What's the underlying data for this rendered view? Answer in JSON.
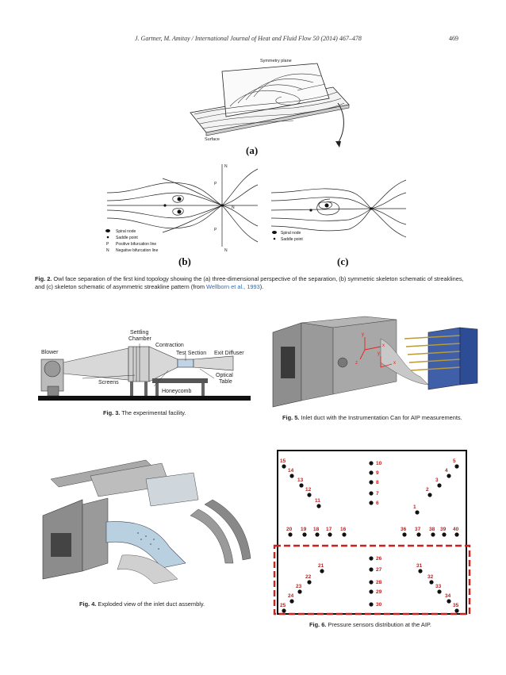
{
  "header": {
    "journal_line": "J. Gartner, M. Amitay / International Journal of Heat and Fluid Flow 50 (2014) 467–478",
    "page_number": "469"
  },
  "fig2": {
    "label_a": "(a)",
    "label_b": "(b)",
    "label_c": "(c)",
    "panel_a_labels": {
      "symmetry_plane": "Symmetry plane",
      "surface": "Surface"
    },
    "panel_b_legend": [
      "Spiral node",
      "Saddle point",
      "Positive bifurcation line",
      "Negative bifurcation line"
    ],
    "panel_b_legend_symbols": [
      "",
      "",
      "P",
      "N"
    ],
    "panel_c_legend": [
      "Spiral node",
      "Saddle point"
    ],
    "node_letters": {
      "n": "N",
      "p": "P"
    },
    "caption_label": "Fig. 2.",
    "caption_text": "Owl face separation of the first kind topology showing the (a) three-dimensional perspective of the separation, (b) symmetric skeleton schematic of streaklines, and (c) skeleton schematic of asymmetric streakline pattern (from ",
    "caption_cite": "Wellborn et al., 1993",
    "caption_end": ")."
  },
  "fig3": {
    "labels": {
      "blower": "Blower",
      "settling": "Settling",
      "chamber": "Chamber",
      "contraction": "Contraction",
      "test_section": "Test Section",
      "exit_diffuser": "Exit Diffuser",
      "screens": "Screens",
      "optical": "Optical",
      "table": "Table",
      "honeycomb": "Honeycomb"
    },
    "caption_label": "Fig. 3.",
    "caption_text": "The experimental facility."
  },
  "fig5": {
    "axis_labels": [
      "y",
      "x",
      "z",
      "y",
      "x"
    ],
    "caption_label": "Fig. 5.",
    "caption_text": "Inlet duct with the Instrumentation Can for AIP measurements."
  },
  "fig4": {
    "caption_label": "Fig. 4.",
    "caption_text": "Exploded view of the inlet duct assembly."
  },
  "fig6": {
    "sensors": [
      "1",
      "2",
      "3",
      "4",
      "5",
      "6",
      "7",
      "8",
      "9",
      "10",
      "11",
      "12",
      "13",
      "14",
      "15",
      "16",
      "17",
      "18",
      "19",
      "20",
      "21",
      "22",
      "23",
      "24",
      "25",
      "26",
      "27",
      "28",
      "29",
      "30",
      "31",
      "32",
      "33",
      "34",
      "35",
      "36",
      "37",
      "38",
      "39",
      "40"
    ],
    "caption_label": "Fig. 6.",
    "caption_text": "Pressure sensors distribution at the AIP.",
    "label_color": "#c0201d",
    "dot_color": "#111111"
  }
}
